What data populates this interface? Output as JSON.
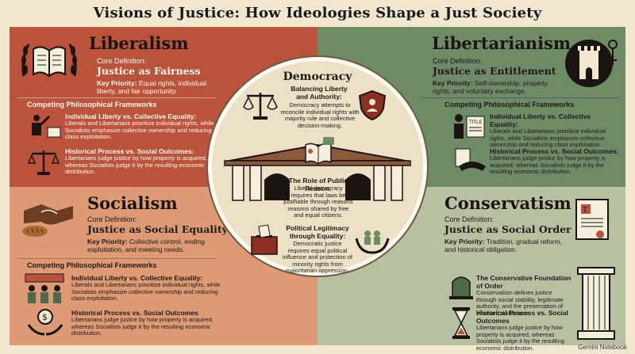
{
  "title": "Visions of Justice: How Ideologies Shape a Just Society",
  "liberalism": {
    "heading": "Liberalism",
    "core_label": "Core Definition:",
    "core_value": "Justice as Fairness",
    "priority_label": "Key Priority:",
    "priority_text": "Equal rights, individual liberty, and fair opportunity.",
    "frameworks_heading": "Competing Philosophical Frameworks",
    "items": [
      {
        "title": "Individual Liberty vs. Collective Equality:",
        "text": "Liberals and Libertarians prioritize individual rights, while Socialists emphasize collective ownership and reducing class exploitation."
      },
      {
        "title": "Historical Process vs. Social Outcomes:",
        "text": "Libertarians judge justice by how property is acquired, whereas Socialists judge it by the resulting economic distribution."
      }
    ]
  },
  "libertarianism": {
    "heading": "Libertarianism",
    "core_label": "Core Definition:",
    "core_value": "Justice as Entitlement",
    "priority_label": "Key Priority:",
    "priority_text": "Self-ownership, property rights, and voluntary exchange.",
    "frameworks_heading": "Competing Philosophical Frameworks",
    "items": [
      {
        "title": "Individual Liberty vs. Collective Equality:",
        "text": "Liberals and Libertarians prioritize individual rights, while Socialists emphasize collective ownership and reducing class exploitation."
      },
      {
        "title": "Historical Process vs. Social Outcomes:",
        "text": "Libertarians judge justice by how property is acquired, whereas Socialists judge it by the resulting economic distribution."
      }
    ]
  },
  "socialism": {
    "heading": "Socialism",
    "core_label": "Core Definition:",
    "core_value": "Justice as Social Equality",
    "priority_label": "Key Priority:",
    "priority_text": "Collective control, ending exploitation, and meeting needs.",
    "frameworks_heading": "Competing Philosophical Frameworks",
    "items": [
      {
        "title": "Individual Liberty vs. Collective Equality:",
        "text": "Liberals and Libertarians prioritize individual rights, while Socialists emphasize collective ownership and reducing class exploitation."
      },
      {
        "title": "Historical Process vs. Social Outcomes",
        "text": "Libertarians judge justice by how property is acquired, whereas Socialists judge it by the resulting economic distribution."
      }
    ]
  },
  "conservatism": {
    "heading": "Conservatism",
    "core_label": "Core Definition:",
    "core_value": "Justice as Social Order",
    "priority_label": "Key Priority:",
    "priority_text": "Tradition, gradual reform, and historical obligation.",
    "items": [
      {
        "title": "The Conservative Foundation of Order",
        "text": "Conservatism defines justice through social stability, legitimate authority, and the preservation of inherited institutions."
      },
      {
        "title": "Historical Process vs. Social Outcomes",
        "text": "Libertarians judge justice by how property is acquired, whereas Socialists judge it by the resulting economic distribution."
      }
    ]
  },
  "democracy": {
    "heading": "Democracy",
    "balance_title": "Balancing Liberty and Authority:",
    "balance_text": "Democracy attempts to reconcile individual rights with majority rule and collective decision-making.",
    "reason_title": "The Role of Public Reason:",
    "reason_text": "Liberal democracy requires that laws be justifiable through reasons reasons shared by free and equal citizens.",
    "legit_title": "Political Legitimacy through Equality:",
    "legit_text": "Democratic justice requires equal political influence and protection of minority rights from majoritarian oppression."
  },
  "footer": "Gemini Notebook",
  "colors": {
    "liberalism": "#b9533c",
    "libertarianism": "#6f8a66",
    "socialism": "#dd9a74",
    "conservatism": "#b9c0a1"
  }
}
